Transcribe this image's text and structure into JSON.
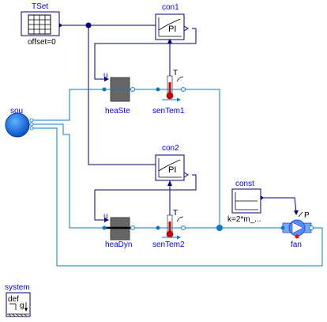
{
  "diagram": {
    "blocks": {
      "tset": {
        "name": "TSet",
        "param": "offset=0"
      },
      "con1": {
        "name": "con1",
        "label": "PI"
      },
      "con2": {
        "name": "con2",
        "label": "PI"
      },
      "heaSte": {
        "name": "heaSte",
        "port": "u"
      },
      "heaDyn": {
        "name": "heaDyn",
        "port": "u"
      },
      "senTem1": {
        "name": "senTem1",
        "port": "T"
      },
      "senTem2": {
        "name": "senTem2",
        "port": "T"
      },
      "sou": {
        "name": "sou"
      },
      "const": {
        "name": "const",
        "param": "k=2*m_..."
      },
      "fan": {
        "name": "fan",
        "port": "P"
      },
      "system": {
        "name": "system",
        "label": "def",
        "g": "g"
      }
    },
    "colors": {
      "signal": "#00007f",
      "fluid": "#0a78c8",
      "label": "#0000ff",
      "heater": "#666666",
      "source": "#0a64dc"
    }
  }
}
